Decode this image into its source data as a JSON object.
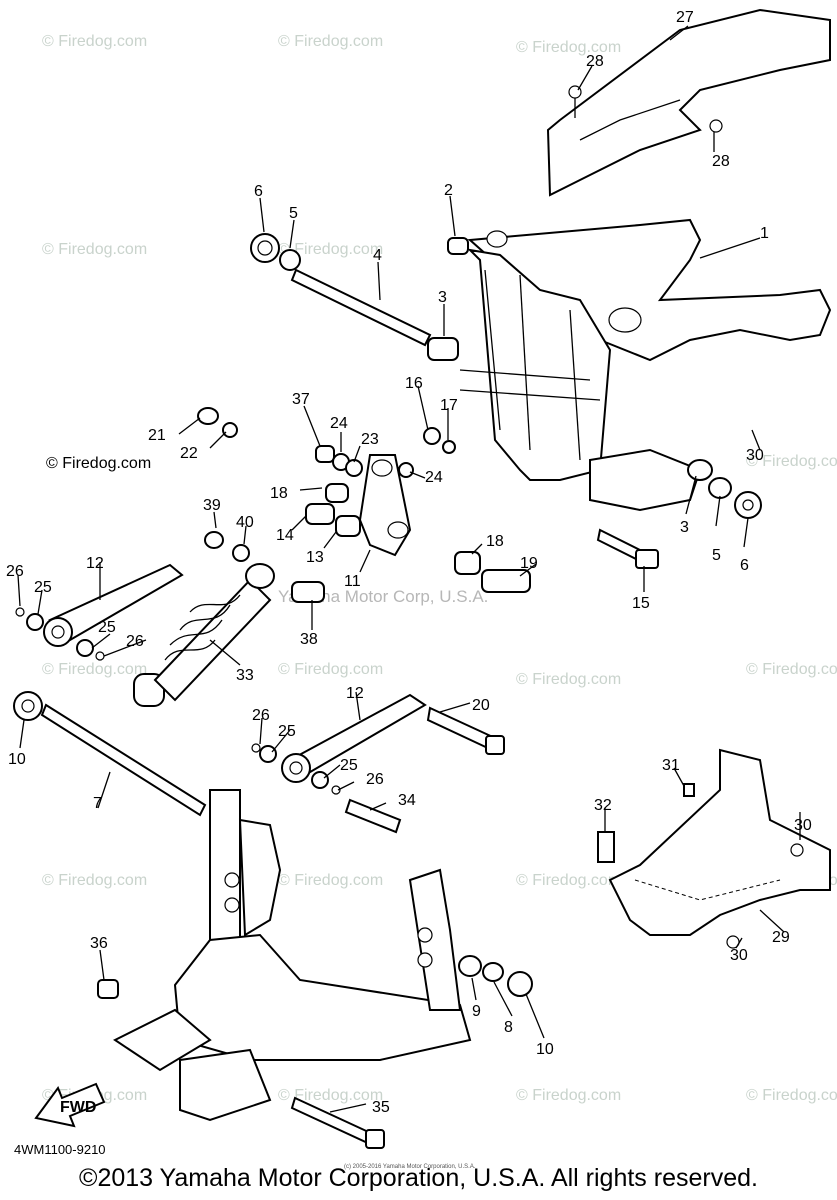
{
  "watermark": "© Firedog.com",
  "watermark_center": "Yamaha Motor Corp, U.S.A.",
  "firedog_label": "© Firedog.com",
  "diagram_code": "4WM1100-9210",
  "tiny_note": "(c) 2005-2016 Yamaha Motor Corporation, U.S.A.",
  "copyright": "©2013 Yamaha Motor Corporation, U.S.A. All rights reserved.",
  "fwd_label": "FWD",
  "callouts": [
    "27",
    "28",
    "28",
    "6",
    "5",
    "4",
    "2",
    "1",
    "3",
    "37",
    "24",
    "23",
    "16",
    "17",
    "21",
    "22",
    "18",
    "24",
    "39",
    "40",
    "14",
    "13",
    "11",
    "18",
    "19",
    "3",
    "5",
    "6",
    "30",
    "12",
    "26",
    "25",
    "25",
    "26",
    "15",
    "38",
    "33",
    "10",
    "12",
    "20",
    "26",
    "25",
    "25",
    "26",
    "34",
    "7",
    "31",
    "32",
    "30",
    "29",
    "36",
    "9",
    "8",
    "10",
    "30",
    "35"
  ]
}
